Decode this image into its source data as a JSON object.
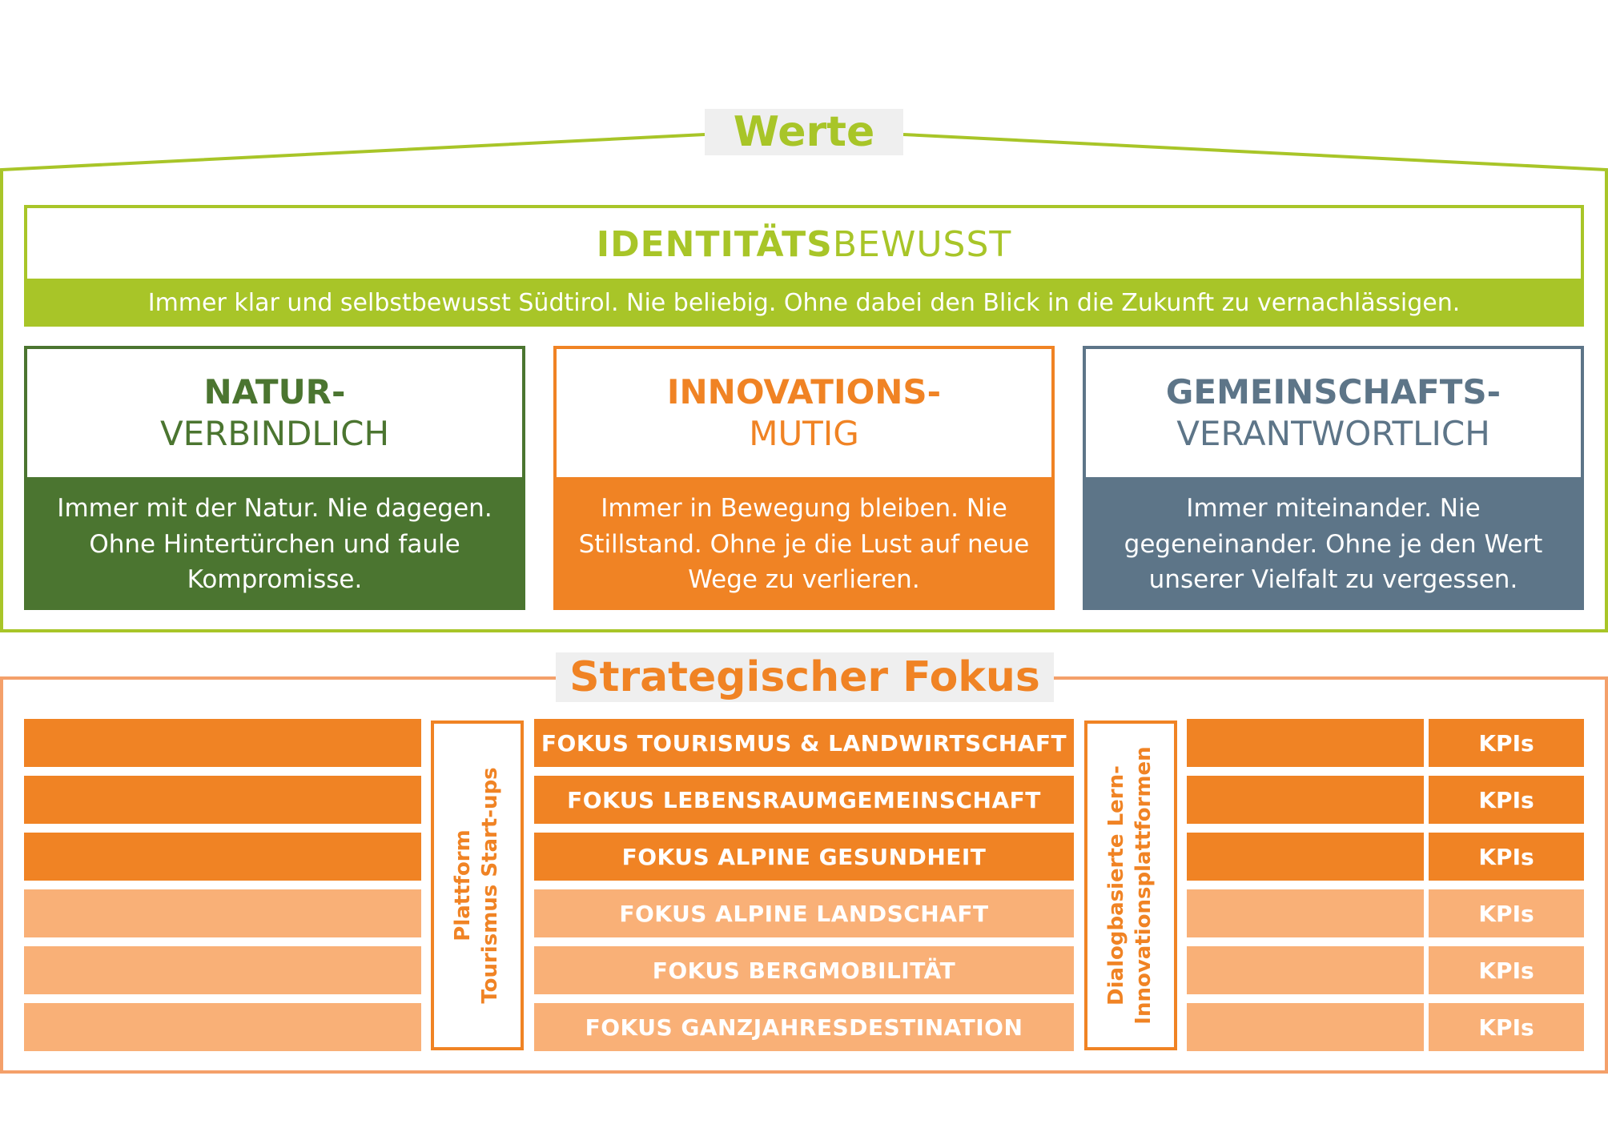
{
  "werte": {
    "title": "Werte",
    "identity": {
      "title_strong": "IDENTITÄTS",
      "title_rest": "BEWUSST",
      "description": "Immer klar und selbstbewusst Südtirol. Nie beliebig. Ohne dabei den Blick in die Zukunft zu vernachlässigen."
    },
    "values": [
      {
        "line1": "NATUR-",
        "line2": "VERBINDLICH",
        "description": "Immer mit der Natur. Nie dagegen. Ohne Hintertürchen und faule Kompromisse.",
        "color": "#4b7530"
      },
      {
        "line1": "INNOVATIONS-",
        "line2": "MUTIG",
        "description": "Immer in Bewegung bleiben. Nie Stillstand. Ohne je die Lust auf neue Wege zu verlieren.",
        "color": "#f08324"
      },
      {
        "line1": "GEMEINSCHAFTS-",
        "line2": "VERANTWORTLICH",
        "description": "Immer miteinander. Nie gegeneinander. Ohne je den Wert unserer Vielfalt zu vergessen.",
        "color": "#5d7588"
      }
    ]
  },
  "fokus": {
    "title": "Strategischer Fokus",
    "left_vertical": "Plattform Tourismus Start-ups",
    "left_vertical_line1": "Plattform",
    "left_vertical_line2": "Tourismus Start-ups",
    "right_vertical_line1": "Dialogbasierte Lern-",
    "right_vertical_line2": "Innovationsplattformen",
    "rows": [
      {
        "label": "FOKUS TOURISMUS & LANDWIRTSCHAFT",
        "kpi": "KPIs",
        "shade": "dark"
      },
      {
        "label": "FOKUS LEBENSRAUMGEMEINSCHAFT",
        "kpi": "KPIs",
        "shade": "dark"
      },
      {
        "label": "FOKUS ALPINE GESUNDHEIT",
        "kpi": "KPIs",
        "shade": "dark"
      },
      {
        "label": "FOKUS ALPINE LANDSCHAFT",
        "kpi": "KPIs",
        "shade": "light"
      },
      {
        "label": "FOKUS BERGMOBILITÄT",
        "kpi": "KPIs",
        "shade": "light"
      },
      {
        "label": "FOKUS GANZJAHRESDESTINATION",
        "kpi": "KPIs",
        "shade": "light"
      }
    ]
  },
  "colors": {
    "lime": "#a8c528",
    "green": "#4b7530",
    "orange": "#f08324",
    "orange_light": "#f9b077",
    "slate": "#5d7588"
  }
}
